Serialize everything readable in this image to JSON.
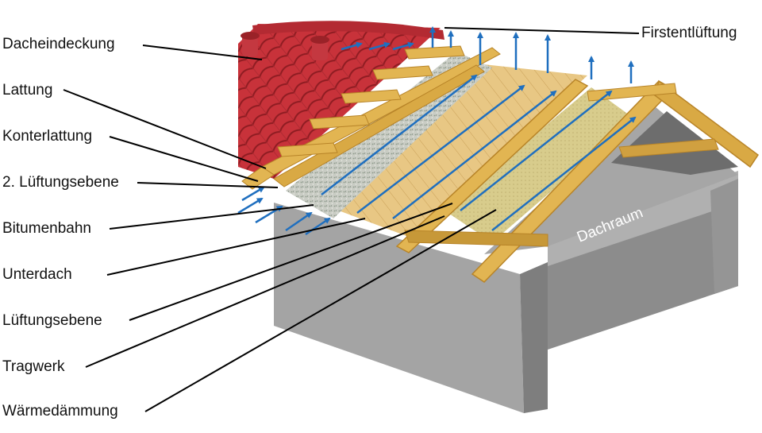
{
  "labels": {
    "dacheindeckung": "Dacheindeckung",
    "lattung": "Lattung",
    "konterlattung": "Konterlattung",
    "lueftungsebene2": "2. Lüftungsebene",
    "bitumenbahn": "Bitumenbahn",
    "unterdach": "Unterdach",
    "lueftungsebene": "Lüftungsebene",
    "tragwerk": "Tragwerk",
    "waermedaemmung": "Wärmedämmung",
    "firstentlueftung": "Firstentlüftung",
    "dachraum": "Dachraum"
  },
  "colors": {
    "tile": "#c8323a",
    "tile_dark": "#8e1c22",
    "wood": "#e2b552",
    "wood_dark": "#b88428",
    "board": "#e8c784",
    "gravel": "#c9ccc4",
    "insulation": "#d8cc8c",
    "concrete": "#9a9a9a",
    "concrete_dark": "#7a7a7a",
    "arrow": "#1f6fbf",
    "leader": "#000000"
  }
}
